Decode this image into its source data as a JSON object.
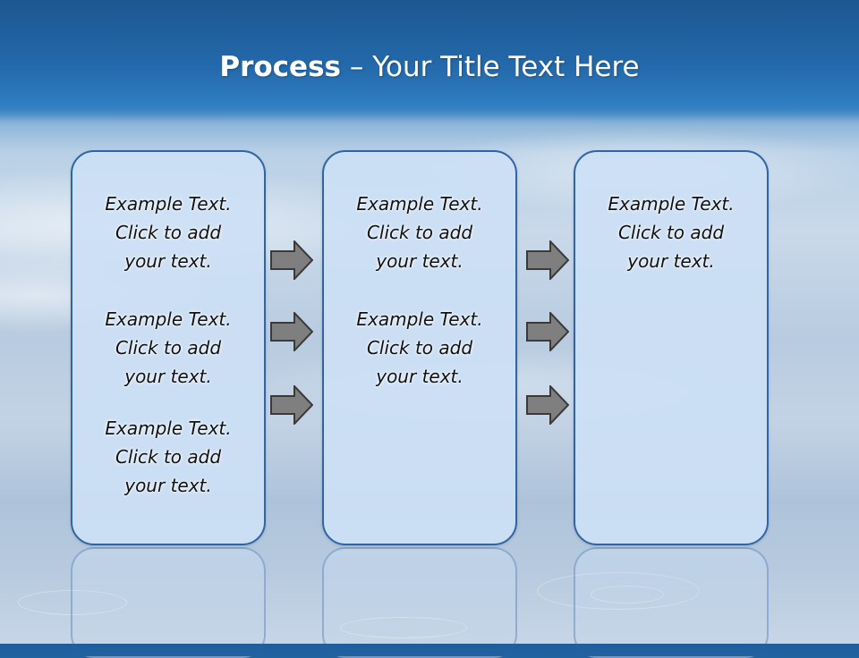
{
  "slide": {
    "title_bold": "Process",
    "title_rest": " – Your Title Text Here"
  },
  "panels": [
    {
      "blocks": [
        {
          "line1": "Example Text.",
          "line2": "Click  to add",
          "line3": "your text."
        },
        {
          "line1": "Example Text.",
          "line2": "Click  to add",
          "line3": "your text."
        },
        {
          "line1": "Example Text.",
          "line2": "Click  to add",
          "line3": "your text."
        }
      ]
    },
    {
      "blocks": [
        {
          "line1": "Example Text.",
          "line2": "Click  to add",
          "line3": "your text."
        },
        {
          "line1": "Example Text.",
          "line2": "Click  to add",
          "line3": "your text."
        }
      ]
    },
    {
      "blocks": [
        {
          "line1": "Example Text.",
          "line2": "Click  to add",
          "line3": "your text."
        }
      ]
    }
  ],
  "colors": {
    "panel_border": "#2f64a6",
    "panel_fill": "#cce0f5",
    "arrow_fill": "#7f7f7f",
    "arrow_stroke": "#3a3a3a",
    "title_band": "#2369ab"
  },
  "icons": {
    "arrow": "right-arrow-icon"
  }
}
